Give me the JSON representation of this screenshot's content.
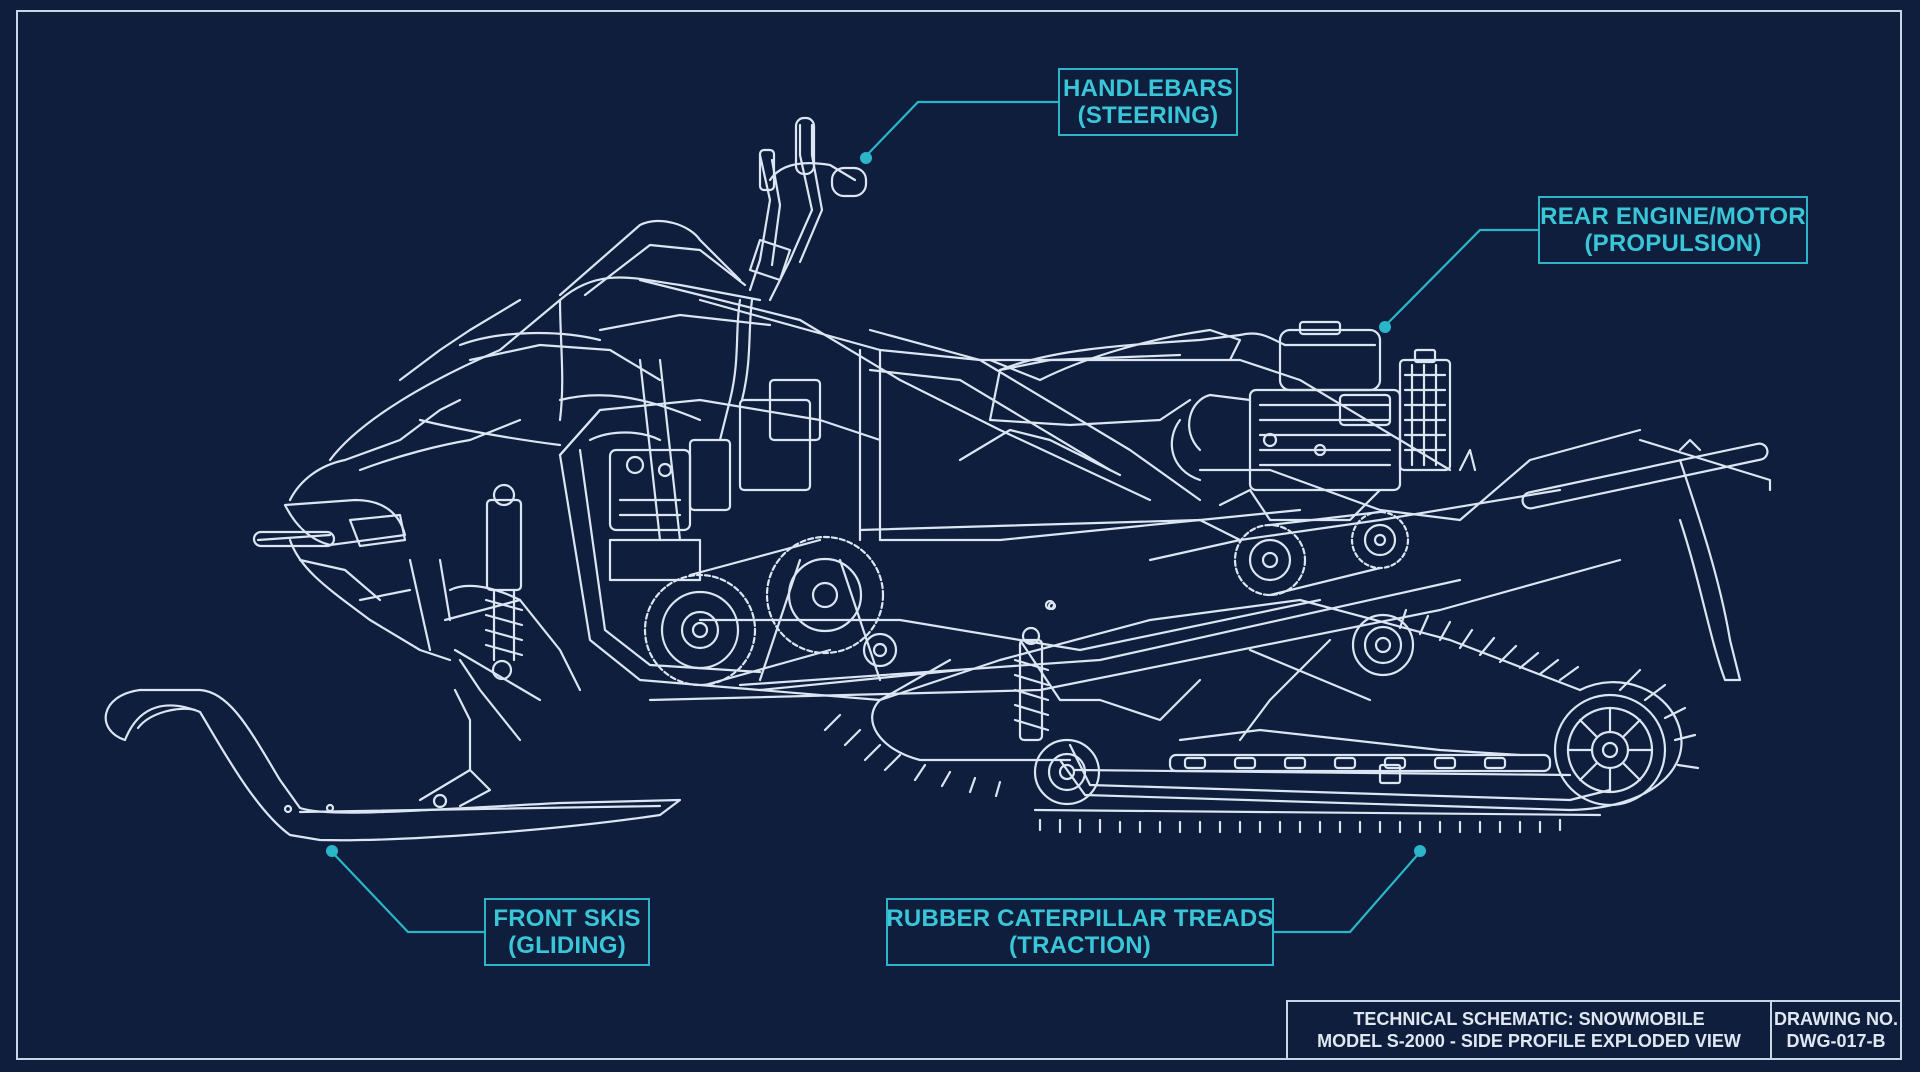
{
  "callouts": {
    "handlebars": {
      "title": "HANDLEBARS",
      "subtitle": "(STEERING)"
    },
    "engine": {
      "title": "REAR ENGINE/MOTOR",
      "subtitle": "(PROPULSION)"
    },
    "skis": {
      "title": "FRONT SKIS",
      "subtitle": "(GLIDING)"
    },
    "treads": {
      "title": "RUBBER CATERPILLAR TREADS",
      "subtitle": "(TRACTION)"
    }
  },
  "title_block": {
    "line1": "TECHNICAL SCHEMATIC: SNOWMOBILE",
    "line2": "MODEL S-2000 - SIDE PROFILE EXPLODED VIEW",
    "drawing_label": "DRAWING NO.",
    "drawing_number": "DWG-017-B"
  },
  "colors": {
    "background": "#0f1e3d",
    "linework": "#dbe6f2",
    "callout_accent": "#2bb5c8"
  }
}
